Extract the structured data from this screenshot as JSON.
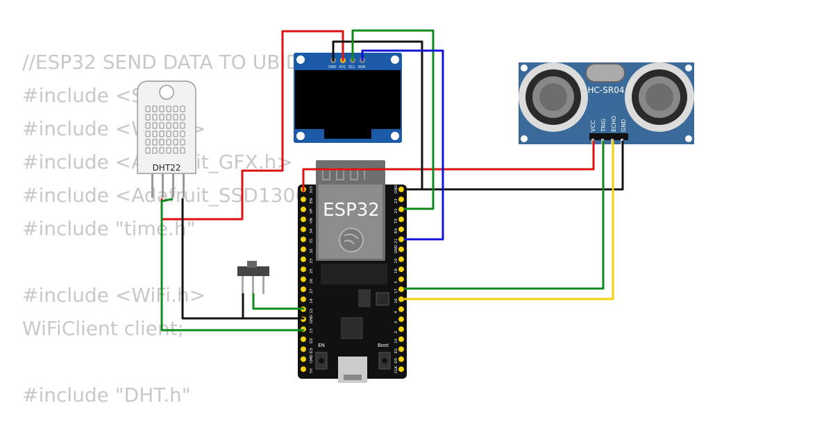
{
  "code_lines": [
    "//ESP32 SEND DATA TO UBID",
    "#include <S",
    "#include <WiFi.h>",
    "#include <Adafruit_GFX.h>",
    "#include <Adafruit_SSD1306",
    "#include \"time.h\"",
    "",
    "#include <WiFi.h>",
    "WiFiClient client;",
    "",
    "#include \"DHT.h\""
  ],
  "dht": {
    "label": "DHT22"
  },
  "oled": {
    "pins": [
      "GND",
      "VCC",
      "SCL",
      "SDA"
    ]
  },
  "esp32": {
    "label": "ESP32",
    "left_pins": [
      "3V3",
      "EN",
      "VP",
      "VN",
      "34",
      "35",
      "32",
      "33",
      "25",
      "26",
      "27",
      "14",
      "12",
      "GND",
      "13",
      "D2",
      "D3",
      "CMD",
      "5V"
    ],
    "right_pins": [
      "GND",
      "23",
      "22",
      "TX",
      "RX",
      "21",
      "GND",
      "19",
      "18",
      "5",
      "17",
      "16",
      "4",
      "0",
      "2",
      "15",
      "D1",
      "D0",
      "CLK"
    ],
    "en_label": "EN",
    "boot_label": "Boot"
  },
  "hcsr04": {
    "label": "HC-SR04",
    "pins": [
      "VCC",
      "TRIG",
      "ECHO",
      "GND"
    ]
  },
  "colors": {
    "red": "#dd1111",
    "black": "#111111",
    "green": "#0f8a1a",
    "blue": "#1212dd",
    "yellow": "#f2d20a",
    "board": "#111111",
    "pin": "#f2d20a",
    "hc_pcb": "#3a6a9a",
    "oled_pcb": "#1b5aa6"
  }
}
